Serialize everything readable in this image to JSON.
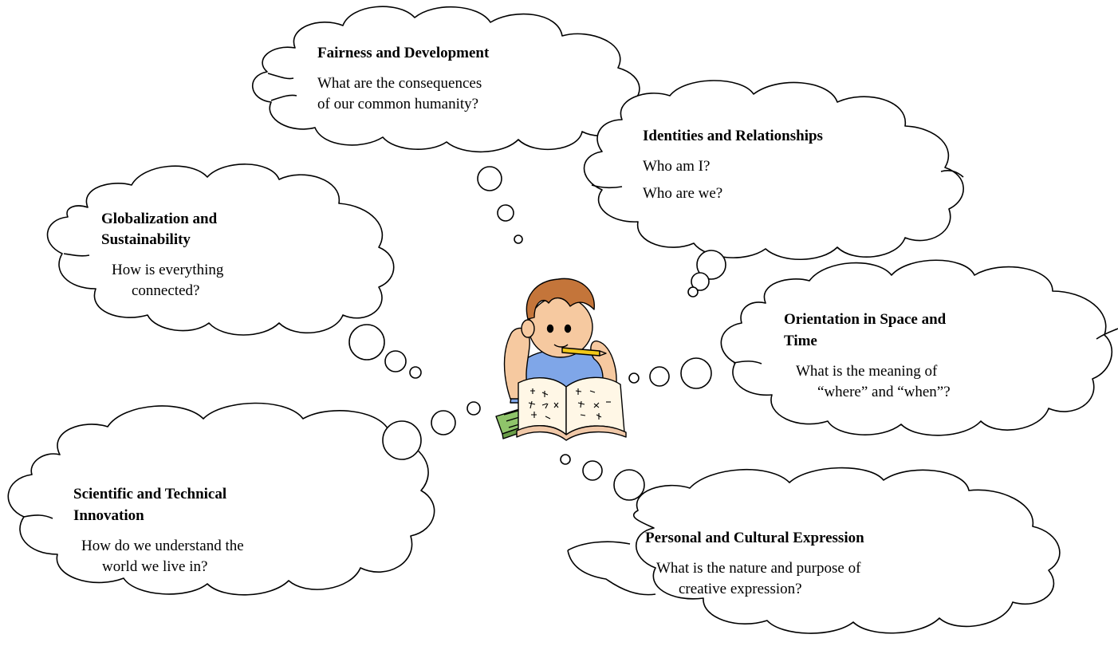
{
  "clouds": [
    {
      "id": "fairness",
      "title": [
        "Fairness and Development"
      ],
      "question": [
        "What are the consequences",
        "of our common humanity?"
      ]
    },
    {
      "id": "identities",
      "title": [
        "Identities and Relationships"
      ],
      "question": [
        "Who am I?",
        "Who are we?"
      ]
    },
    {
      "id": "globalization",
      "title": [
        "Globalization and",
        "Sustainability"
      ],
      "question": [
        "How is everything",
        "connected?"
      ]
    },
    {
      "id": "orientation",
      "title": [
        "Orientation in Space and",
        "Time"
      ],
      "question": [
        "What is the meaning of",
        "“where” and “when”?"
      ]
    },
    {
      "id": "scientific",
      "title": [
        "Scientific and Technical",
        "Innovation"
      ],
      "question": [
        "How do we understand the",
        "world we live in?"
      ]
    },
    {
      "id": "personal",
      "title": [
        "Personal and Cultural Expression"
      ],
      "question": [
        "What is the nature and purpose of",
        "creative expression?"
      ]
    }
  ],
  "center_image": "student-thinking-with-book-clipart",
  "colors": {
    "outline": "#000000",
    "shirt": "#7fa6e8",
    "hair": "#c4753a",
    "skin": "#f6c9a0",
    "pencil": "#f2c818",
    "calculator": "#8fc46a",
    "book_page": "#fff7e6"
  }
}
